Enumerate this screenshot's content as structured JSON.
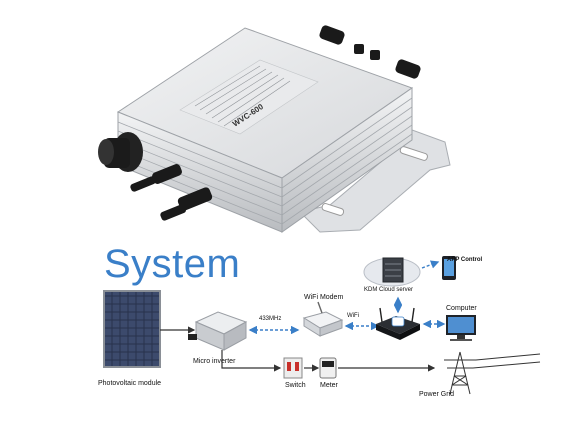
{
  "product": {
    "model": "WVC-600"
  },
  "diagram": {
    "title": "System",
    "nodes": {
      "pv_module": "Photovoltaic module",
      "micro_inverter": "Micro inverter",
      "wifi_modem": "WiFi Modem",
      "cloud_server": "KDM Cloud server",
      "app_control": "APP Control",
      "computer": "Computer",
      "switch": "Switch",
      "meter": "Meter",
      "power_grid": "Power Grid"
    },
    "links": {
      "rf": "433MHz",
      "wifi": "WiFi"
    }
  },
  "colors": {
    "title": "#3a7fc8",
    "link": "#3a7fc8",
    "device_body": "#e6e7e9"
  }
}
